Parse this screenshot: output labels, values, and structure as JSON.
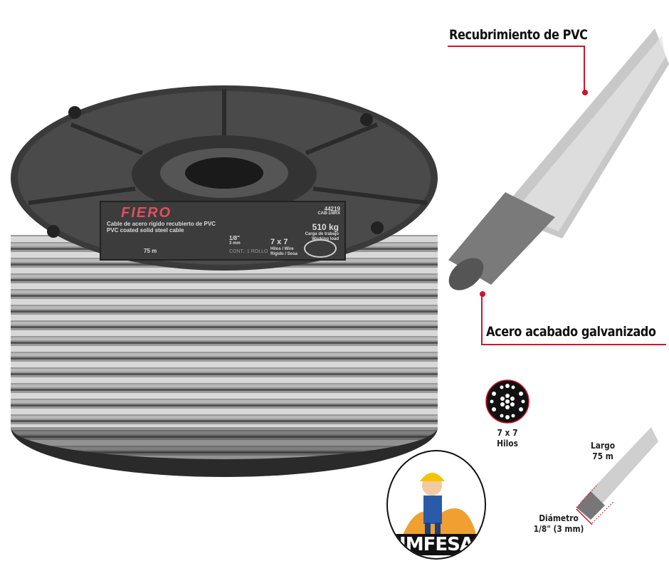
{
  "callouts": {
    "pvc": "Recubrimiento de PVC",
    "steel": "Acero acabado galvanizado"
  },
  "spec_icons": {
    "strands_line1": "7 x 7",
    "strands_line2": "Hilos",
    "length_line1": "Largo",
    "length_line2": "75 m",
    "diameter_line1": "Diámetro",
    "diameter_line2": "1/8\" (3 mm)"
  },
  "spool_label": {
    "brand": "FIERO",
    "code": "44219",
    "model": "CAB-1/8RX",
    "desc_es": "Cable de acero rígido recubierto de PVC",
    "desc_en": "PVC coated solid steel cable",
    "load": "510 kg",
    "load_es": "Carga de trabajo",
    "load_en": "Working load",
    "diameter": "1/8\"",
    "diameter_mm": "3 mm",
    "strands": "7 x 7",
    "strands_sub1": "Hilos / Wire",
    "strands_sub2": "Rígido / Sosa",
    "length": "75 m",
    "contents": "CONT.: 1 ROLLO"
  },
  "logo": {
    "text": "IMFESA"
  },
  "colors": {
    "accent": "#d2142b",
    "label_bg": "#3c3c3c"
  }
}
